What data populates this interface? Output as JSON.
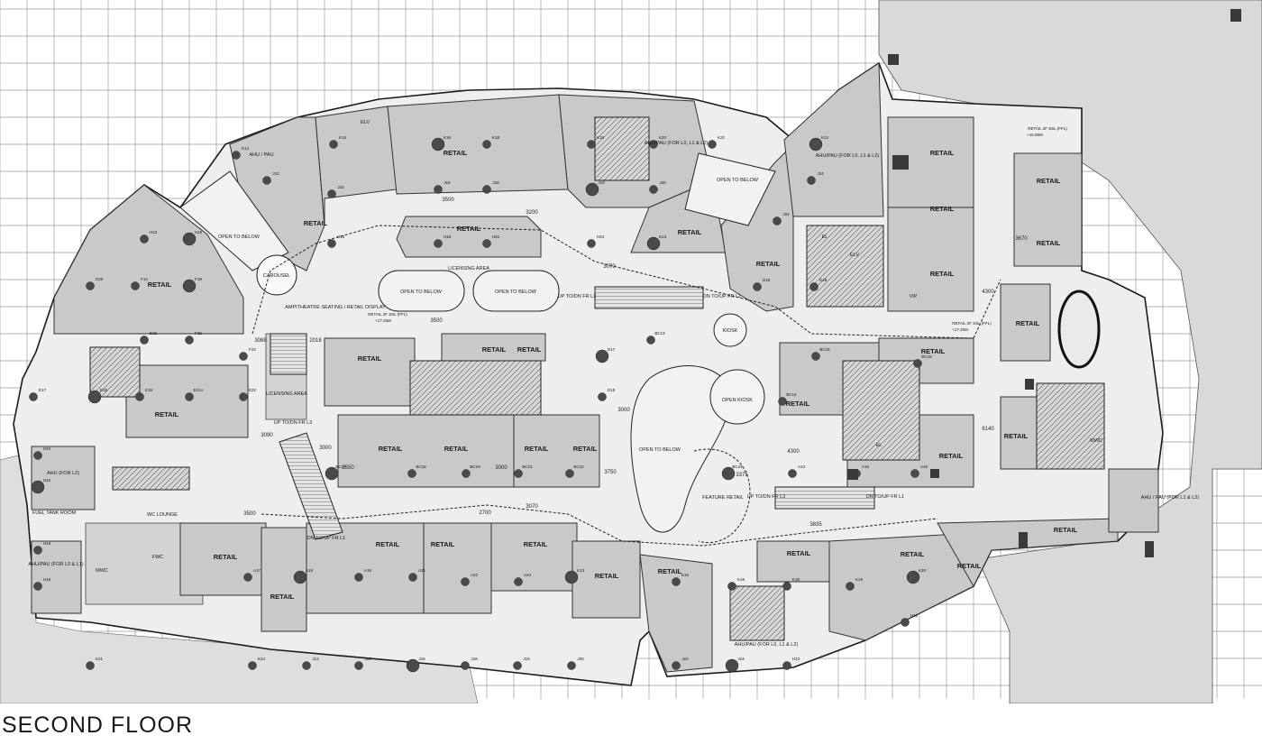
{
  "title": "SECOND FLOOR",
  "rooms": {
    "retail": "RETAIL",
    "ahu_pau": "AHU / PAU",
    "ahu_pau_l0_l1_l2": "AHU/PAU (FOR L0, L1 & L2)",
    "ahu_pau_l0_l1_l2_right": "AHU/PAU (FOR L0, L1 & L2)",
    "ahu_l2": "AHU (FOR L2)",
    "ahu_pau_l0_l1": "AHU/PAU (FOR L0 & L1)",
    "ahu_pau_l1_l2": "AHU / PAU (FOR L1 & L2)",
    "ahu_pau_bottom": "AHU/PAU (FOR L0, L1 & L2)",
    "elv": "ELV",
    "el": "EL",
    "vip": "VIP",
    "mwc": "MWC",
    "fwc": "FWC",
    "wc_lounge": "WC LOUNGE",
    "fuel_tank_room": "FUEL TANK ROOM",
    "carousel": "CAROUSEL",
    "licensing_area": "LICENSING AREA",
    "amphitheatre": "AMPITHEATRE SEATING / RETAIL DISPLAY",
    "open_to_below": "OPEN TO BELOW",
    "kiosk": "KIOSK",
    "open_kiosk": "OPEN KIOSK",
    "feature_retail": "FEATURE RETAIL"
  },
  "escalators": {
    "up_dn_l3": "UP TO/DN FR L3",
    "dn_up_l1": "DN TO/UP FR L1",
    "up_to_dn_l3": "UP TO/DN FR L3",
    "dn_to_up_l1": "DN TO/UP FR L1"
  },
  "levels": {
    "retail_2f_ssl": "RETAIL 2F SSL (FFL)",
    "level_a": "+17.25M",
    "level_b": "+15.55M"
  },
  "dimensions": [
    "3500",
    "3200",
    "3070",
    "3500",
    "3088",
    "2018",
    "3090",
    "3000",
    "3550",
    "3000",
    "3750",
    "3000",
    "2700",
    "3500",
    "3070",
    "3835",
    "3375",
    "4300",
    "4300",
    "6140",
    "3670"
  ],
  "grid_labels": [
    "K13",
    "K15",
    "K16",
    "K18",
    "K19",
    "K20",
    "K21",
    "K24",
    "J13",
    "J15",
    "J16",
    "J18",
    "J19",
    "J20",
    "J22",
    "J24",
    "H13",
    "H15",
    "H16",
    "H18",
    "H22",
    "H24",
    "G13",
    "G15",
    "G18",
    "G20",
    "F12",
    "F19",
    "F22",
    "F25",
    "E15",
    "E17",
    "E18",
    "E19",
    "E21A",
    "E22",
    "D15",
    "D17",
    "BC13",
    "BC14",
    "BC15",
    "BC16",
    "BC17",
    "BC18",
    "BC19",
    "BC21",
    "BC22",
    "BC24",
    "A13",
    "A15",
    "A16",
    "A17",
    "A18",
    "A19",
    "A21",
    "A22",
    "A24"
  ],
  "colors": {
    "room_fill": "#c9c9c9",
    "background": "#ffffff",
    "line": "#222222",
    "grid": "#9a9a9a"
  }
}
